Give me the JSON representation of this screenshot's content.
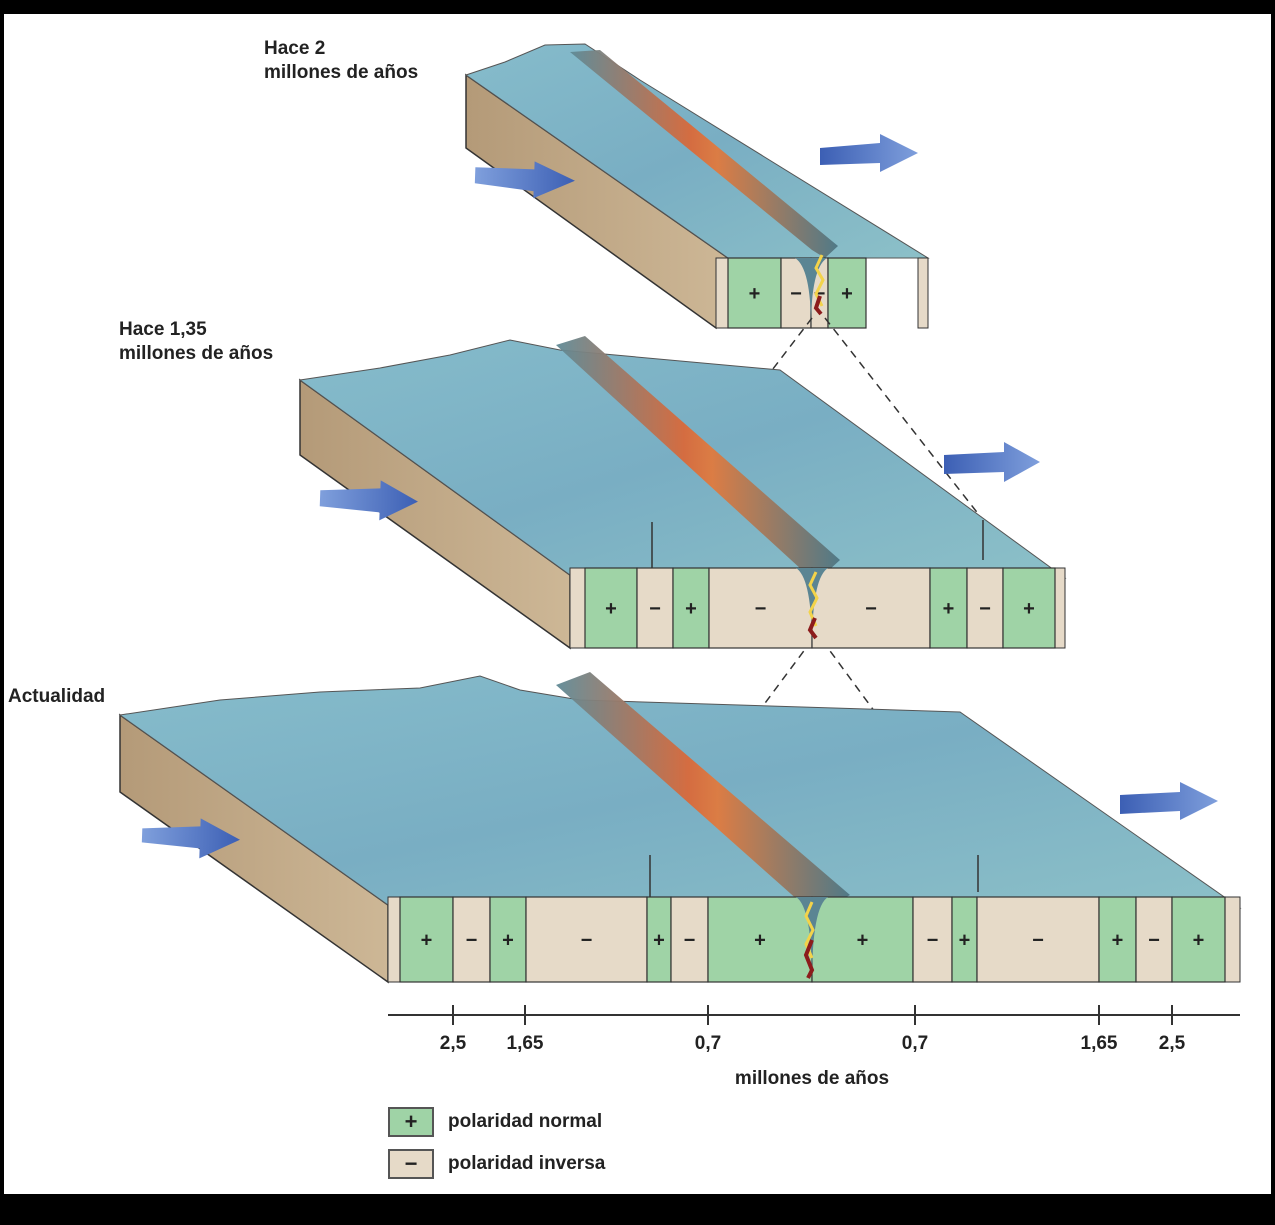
{
  "stages": [
    {
      "title_line1": "Hace 2",
      "title_line2": "millones de años"
    },
    {
      "title_line1": "Hace 1,35",
      "title_line2": "millones de años"
    },
    {
      "title_line1": "Actualidad",
      "title_line2": ""
    }
  ],
  "stripes": [
    [
      "n",
      "+",
      "i",
      "−",
      "i",
      "−",
      "n",
      "+"
    ],
    [
      "n",
      "+",
      "i",
      "−",
      "n",
      "+",
      "i",
      "−",
      "i",
      "−",
      "n",
      "+",
      "i",
      "−",
      "n",
      "+"
    ],
    [
      "n",
      "+",
      "i",
      "−",
      "n",
      "+",
      "i",
      "−",
      "n",
      "+",
      "i",
      "−",
      "n",
      "+",
      "n",
      "+",
      "i",
      "−",
      "n",
      "+",
      "i",
      "−",
      "n",
      "+",
      "i",
      "−",
      "n",
      "+"
    ]
  ],
  "scale": {
    "ticks": [
      "2,5",
      "1,65",
      "0,7",
      "0,7",
      "1,65",
      "2,5"
    ],
    "unit_label": "millones de años"
  },
  "legend": [
    {
      "symbol": "+",
      "label": "polaridad normal",
      "color": "#9fd3a6"
    },
    {
      "symbol": "−",
      "label": "polaridad inversa",
      "color": "#e6dac8"
    }
  ],
  "colors": {
    "normal": "#9fd3a6",
    "reverse": "#e6dac8",
    "seafloor": "#7fb3c4",
    "block_side": "#c9b494",
    "arrow": "#4c74c4",
    "magma": "#f3d34a"
  }
}
